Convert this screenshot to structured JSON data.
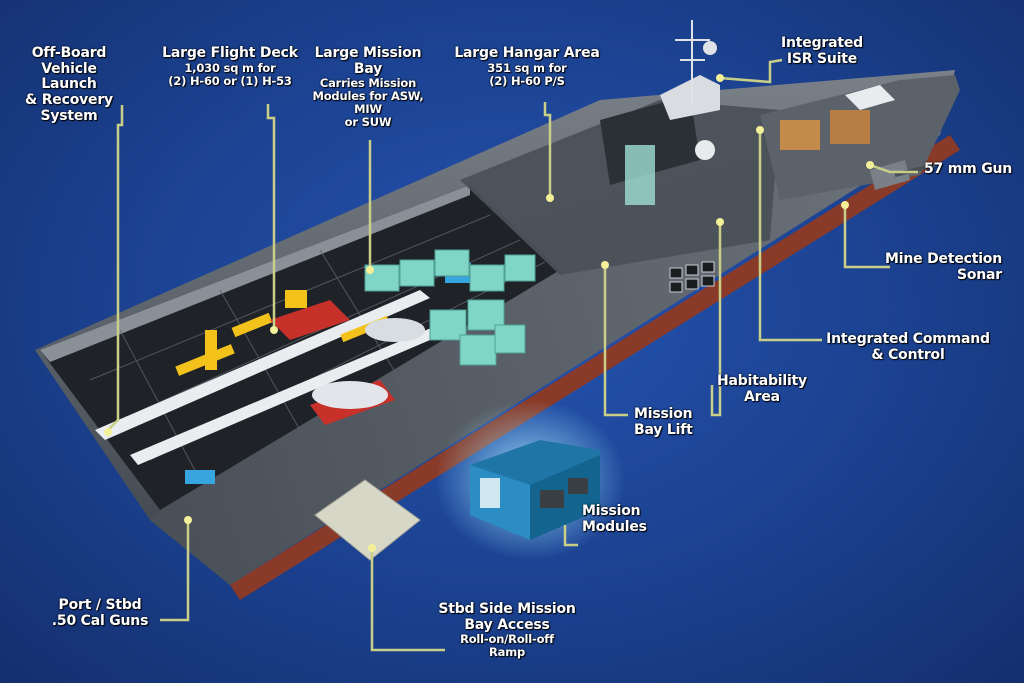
{
  "labels": {
    "offboard": {
      "line1": "Off-Board",
      "line2": "Vehicle Launch",
      "line3": "& Recovery",
      "line4": "System"
    },
    "flight_deck": {
      "title": "Large Flight Deck",
      "sub1": "1,030 sq m for",
      "sub2": "(2) H-60 or (1) H-53"
    },
    "mission_bay": {
      "line1": "Large Mission",
      "line2": "Bay",
      "sub1": "Carries Mission",
      "sub2": "Modules for ASW, MIW",
      "sub3": "or SUW"
    },
    "hangar": {
      "title": "Large Hangar Area",
      "sub1": "351 sq m for",
      "sub2": "(2) H-60 P/S"
    },
    "isr": {
      "line1": "Integrated",
      "line2": "ISR Suite"
    },
    "gun57": {
      "text": "57 mm Gun"
    },
    "mine_sonar": {
      "line1": "Mine Detection",
      "line2": "Sonar"
    },
    "command": {
      "line1": "Integrated Command",
      "line2": "& Control"
    },
    "habitability": {
      "line1": "Habitability",
      "line2": "Area"
    },
    "mission_lift": {
      "line1": "Mission",
      "line2": "Bay Lift"
    },
    "mission_modules": {
      "line1": "Mission",
      "line2": "Modules"
    },
    "guns50": {
      "line1": "Port / Stbd",
      "line2": ".50 Cal Guns"
    },
    "stbd_access": {
      "line1": "Stbd Side Mission",
      "line2": "Bay Access",
      "sub1": "Roll-on/Roll-off",
      "sub2": "Ramp"
    }
  },
  "colors": {
    "background": "#1b418f",
    "leader_line": "#c9cf86",
    "label_text": "#ffffff",
    "hull": "#565c64",
    "deck": "#2a2e33",
    "module_teal": "#7fd6c7",
    "hull_bottom": "#8a3a28"
  }
}
